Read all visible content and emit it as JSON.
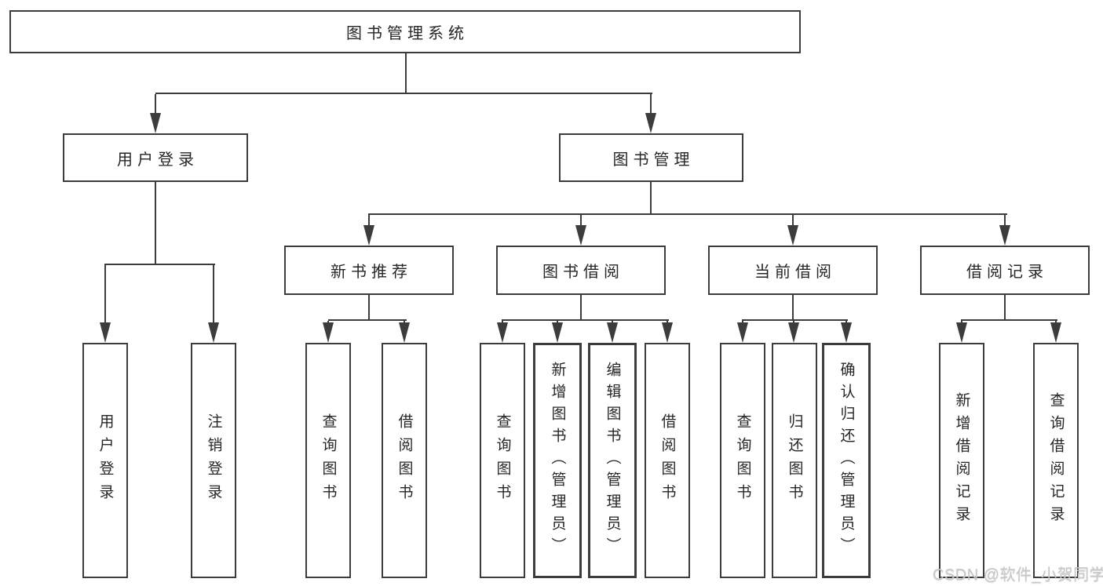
{
  "colors": {
    "line": "#3c3c3c",
    "text": "#262626",
    "background": "#ffffff",
    "watermark_text": "#c9c9c9"
  },
  "tree": {
    "root": {
      "label": "图书管理系统"
    },
    "level2": [
      {
        "label": "用户登录"
      },
      {
        "label": "图书管理"
      }
    ],
    "level3": [
      {
        "label": "新书推荐"
      },
      {
        "label": "图书借阅"
      },
      {
        "label": "当前借阅"
      },
      {
        "label": "借阅记录"
      }
    ],
    "leaves": {
      "user_login": [
        {
          "label": "用户登录"
        },
        {
          "label": "注销登录"
        }
      ],
      "new_book": [
        {
          "label": "查询图书"
        },
        {
          "label": "借阅图书"
        }
      ],
      "book_borrow": [
        {
          "label": "查询图书"
        },
        {
          "label": "新增图书（管理员）"
        },
        {
          "label": "编辑图书（管理员）"
        },
        {
          "label": "借阅图书"
        }
      ],
      "current_borrow": [
        {
          "label": "查询图书"
        },
        {
          "label": "归还图书"
        },
        {
          "label": "确认归还（管理员）"
        }
      ],
      "borrow_records": [
        {
          "label": "新增借阅记录"
        },
        {
          "label": "查询借阅记录"
        }
      ]
    }
  },
  "watermark": {
    "text": "CSDN @软件_小贺同学"
  }
}
